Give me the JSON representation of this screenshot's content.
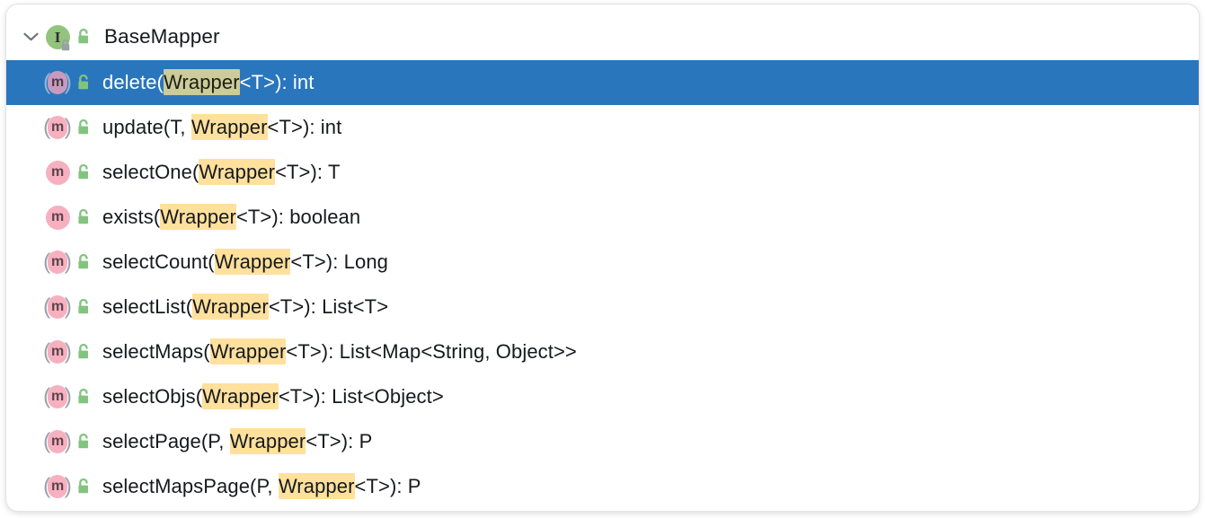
{
  "panel": {
    "name": "structure-tool-window",
    "selected_row_index": 0,
    "colors": {
      "selection_blue": "#2a76bd",
      "search_highlight": "#ffe09c",
      "search_highlight_selected": "#cbcb9b",
      "interface_icon_green": "#93c47d",
      "method_icon_pink": "#f7b0c0",
      "method_icon_pink_selected": "#c89bbe",
      "public_lock_green": "#82c47f",
      "panel_background": "#ffffff",
      "text": "#16191d",
      "text_selected": "#ffffff"
    }
  },
  "header": {
    "expand_chevron": "chevron-down-icon",
    "kind_icon": "interface-icon",
    "kind_letter": "I",
    "lock_badge_icon": "lock-closed-icon",
    "visibility_icon": "public-unlocked-icon",
    "label": "BaseMapper"
  },
  "search_term": "Wrapper",
  "members": [
    {
      "kind_icon": "abstract-method-icon",
      "kind_letter": "m",
      "abstract": true,
      "visibility_icon": "public-unlocked-icon",
      "selected": true,
      "pre": "delete(",
      "match": "Wrapper",
      "post": "<T>): int",
      "full_text": "delete(Wrapper<T>): int"
    },
    {
      "kind_icon": "abstract-method-icon",
      "kind_letter": "m",
      "abstract": true,
      "visibility_icon": "public-unlocked-icon",
      "selected": false,
      "pre": "update(T, ",
      "match": "Wrapper",
      "post": "<T>): int",
      "full_text": "update(T, Wrapper<T>): int"
    },
    {
      "kind_icon": "default-method-icon",
      "kind_letter": "m",
      "abstract": false,
      "visibility_icon": "public-unlocked-icon",
      "selected": false,
      "pre": "selectOne(",
      "match": "Wrapper",
      "post": "<T>): T",
      "full_text": "selectOne(Wrapper<T>): T"
    },
    {
      "kind_icon": "default-method-icon",
      "kind_letter": "m",
      "abstract": false,
      "visibility_icon": "public-unlocked-icon",
      "selected": false,
      "pre": "exists(",
      "match": "Wrapper",
      "post": "<T>): boolean",
      "full_text": "exists(Wrapper<T>): boolean"
    },
    {
      "kind_icon": "abstract-method-icon",
      "kind_letter": "m",
      "abstract": true,
      "visibility_icon": "public-unlocked-icon",
      "selected": false,
      "pre": "selectCount(",
      "match": "Wrapper",
      "post": "<T>): Long",
      "full_text": "selectCount(Wrapper<T>): Long"
    },
    {
      "kind_icon": "abstract-method-icon",
      "kind_letter": "m",
      "abstract": true,
      "visibility_icon": "public-unlocked-icon",
      "selected": false,
      "pre": "selectList(",
      "match": "Wrapper",
      "post": "<T>): List<T>",
      "full_text": "selectList(Wrapper<T>): List<T>"
    },
    {
      "kind_icon": "abstract-method-icon",
      "kind_letter": "m",
      "abstract": true,
      "visibility_icon": "public-unlocked-icon",
      "selected": false,
      "pre": "selectMaps(",
      "match": "Wrapper",
      "post": "<T>): List<Map<String, Object>>",
      "full_text": "selectMaps(Wrapper<T>): List<Map<String, Object>>"
    },
    {
      "kind_icon": "abstract-method-icon",
      "kind_letter": "m",
      "abstract": true,
      "visibility_icon": "public-unlocked-icon",
      "selected": false,
      "pre": "selectObjs(",
      "match": "Wrapper",
      "post": "<T>): List<Object>",
      "full_text": "selectObjs(Wrapper<T>): List<Object>"
    },
    {
      "kind_icon": "abstract-method-icon",
      "kind_letter": "m",
      "abstract": true,
      "visibility_icon": "public-unlocked-icon",
      "selected": false,
      "pre": "selectPage(P, ",
      "match": "Wrapper",
      "post": "<T>): P",
      "full_text": "selectPage(P, Wrapper<T>): P"
    },
    {
      "kind_icon": "abstract-method-icon",
      "kind_letter": "m",
      "abstract": true,
      "visibility_icon": "public-unlocked-icon",
      "selected": false,
      "pre": "selectMapsPage(P, ",
      "match": "Wrapper",
      "post": "<T>): P",
      "full_text": "selectMapsPage(P, Wrapper<T>): P"
    }
  ]
}
